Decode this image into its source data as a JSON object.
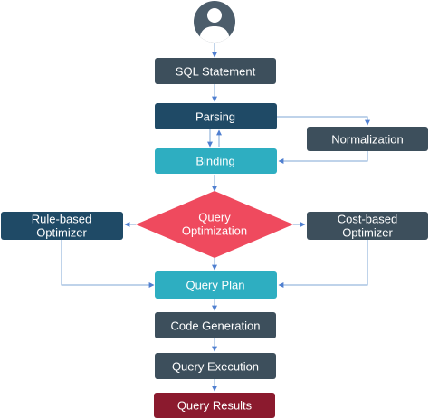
{
  "colors": {
    "dark_slate": "#3d4f5c",
    "navy": "#1f4a66",
    "teal": "#2eaec1",
    "diamond_red": "#ef4a5e",
    "results_red": "#8b1a2e",
    "connector": "#7fa7d6",
    "arrowhead": "#4f7fd0",
    "avatar_bg": "#4c5d6b",
    "avatar_fg": "#ffffff"
  },
  "avatar": {
    "icon": "user-icon"
  },
  "flow": {
    "sql_statement": "SQL Statement",
    "parsing": "Parsing",
    "normalization": "Normalization",
    "binding": "Binding",
    "query_optimization": [
      "Query",
      "Optimization"
    ],
    "rule_based_optimizer": [
      "Rule-based",
      "Optimizer"
    ],
    "cost_based_optimizer": [
      "Cost-based",
      "Optimizer"
    ],
    "query_plan": "Query Plan",
    "code_generation": "Code Generation",
    "query_execution": "Query Execution",
    "query_results": "Query Results"
  }
}
